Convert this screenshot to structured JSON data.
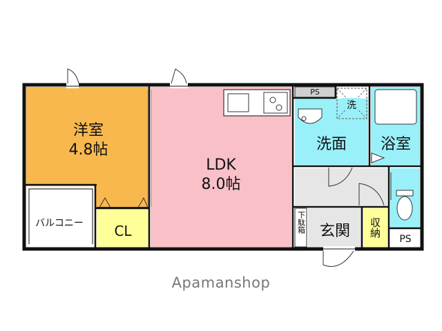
{
  "rooms": {
    "western": {
      "name": "洋室",
      "size": "4.8帖",
      "color": "#f8b84e"
    },
    "ldk": {
      "name": "LDK",
      "size": "8.0帖",
      "color": "#f9c0c8"
    },
    "balcony": {
      "name": "バルコニー"
    },
    "closet": {
      "name": "CL",
      "color": "#ffff99"
    },
    "washroom": {
      "name": "洗面",
      "color": "#99f0f8"
    },
    "washer": {
      "name": "洗"
    },
    "bath": {
      "name": "浴室",
      "color": "#99f0f8"
    },
    "entrance": {
      "name": "玄関"
    },
    "storage": {
      "name": "収納",
      "color": "#ffff99"
    },
    "shoe_box": {
      "name": "下駄箱"
    },
    "ps_top": {
      "name": "PS"
    },
    "ps_bottom": {
      "name": "PS"
    },
    "hall": {
      "color": "#e6e6e6"
    },
    "toilet": {
      "color": "#99f0f8"
    }
  },
  "brand": "Apamanshop"
}
